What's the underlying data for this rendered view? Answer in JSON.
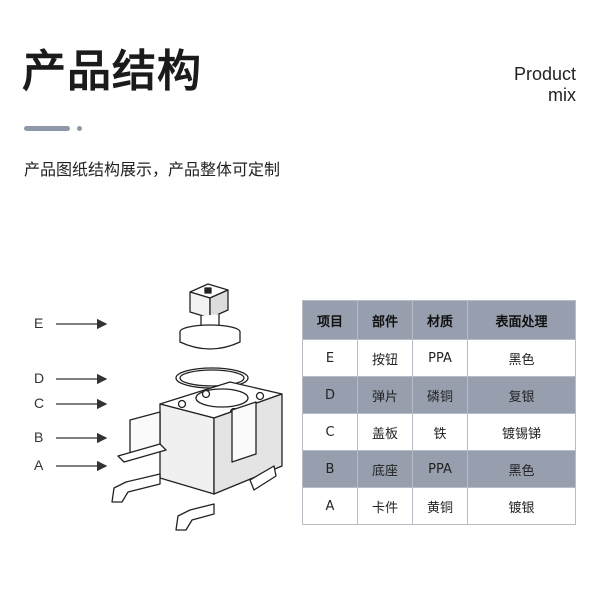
{
  "header": {
    "title": "产品结构",
    "en_line1": "Product",
    "en_line2": "mix",
    "subtitle": "产品图纸结构展示，产品整体可定制"
  },
  "diagram": {
    "labels": [
      "E",
      "D",
      "C",
      "B",
      "A"
    ]
  },
  "table": {
    "headers": [
      "项目",
      "部件",
      "材质",
      "表面处理"
    ],
    "rows": [
      [
        "E",
        "按钮",
        "PPA",
        "黑色"
      ],
      [
        "D",
        "弹片",
        "磷铜",
        "复银"
      ],
      [
        "C",
        "盖板",
        "铁",
        "镀锡锑"
      ],
      [
        "B",
        "底座",
        "PPA",
        "黑色"
      ],
      [
        "A",
        "卡件",
        "黄铜",
        "镀银"
      ]
    ]
  },
  "colors": {
    "accent": "#8f98a8",
    "table_shade": "#979fae"
  }
}
